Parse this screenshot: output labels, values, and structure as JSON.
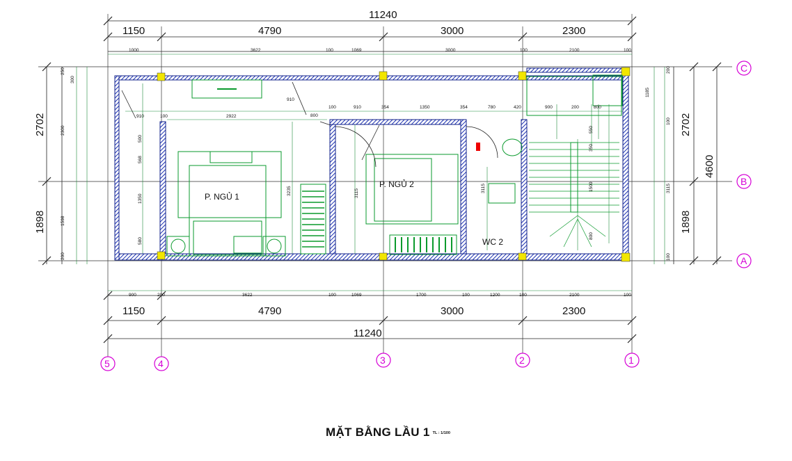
{
  "title": "MẶT BẰNG LẦU 1",
  "scale": "TL : 1/100",
  "rooms": {
    "bedroom1": "P. NGỦ 1",
    "bedroom2": "P. NGỦ 2",
    "wc2": "WC 2"
  },
  "axes": {
    "a5": "5",
    "a4": "4",
    "a3": "3",
    "a2": "2",
    "a1": "1",
    "aC": "C",
    "aB": "B",
    "aA": "A"
  },
  "dims": {
    "top_total": "11240",
    "top_1": "1150",
    "top_2": "4790",
    "top_3": "3000",
    "top_4": "2300",
    "bot_total": "11240",
    "bot_1": "1150",
    "bot_2": "4790",
    "bot_3": "3000",
    "bot_4": "2300",
    "left_1": "2702",
    "left_2": "1898",
    "right_1": "2702",
    "right_2": "1898",
    "right_total": "4600",
    "ts_1": "1000",
    "ts_2": "3622",
    "ts_3": "100",
    "ts_4": "1069",
    "ts_5": "3000",
    "ts_6": "100",
    "ts_7": "2100",
    "ts_8": "100",
    "bs_1": "900",
    "bs_2": "200",
    "bs_3": "3622",
    "bs_4": "100",
    "bs_5": "1069",
    "bs_6": "1700",
    "bs_7": "100",
    "bs_8": "1200",
    "bs_9": "100",
    "bs_10": "2100",
    "bs_11": "100",
    "in_1": "910",
    "in_2": "100",
    "in_3": "2922",
    "in_4": "910",
    "in_5": "800",
    "in_6": "100",
    "in_7": "910",
    "in_8": "354",
    "in_9": "1350",
    "in_10": "354",
    "in_11": "780",
    "in_12": "420",
    "in_13": "900",
    "in_14": "200",
    "in_15": "800",
    "in_16": "3235",
    "in_17": "3115",
    "in_18": "3115",
    "in_19": "500",
    "in_20": "568",
    "in_21": "1350",
    "in_22": "580",
    "in_23": "1500",
    "in_24": "550",
    "in_25": "350",
    "in_26": "1185",
    "in_27": "800",
    "lf_1": "250",
    "lf_2": "300",
    "lf_3": "2300",
    "lf_4": "1598",
    "lf_5": "200",
    "rs_1": "200",
    "rs_2": "100",
    "rs_3": "3115",
    "rs_4": "100"
  }
}
